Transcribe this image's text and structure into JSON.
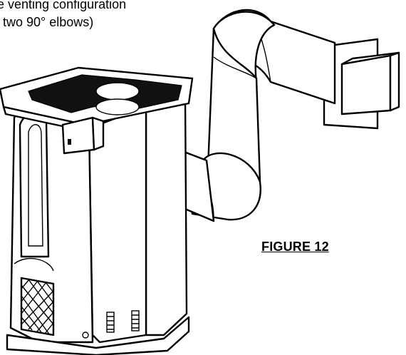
{
  "caption": {
    "line1": "e venting configuration",
    "line2": "two 90° elbows)"
  },
  "figure_label": "FIGURE 12"
}
